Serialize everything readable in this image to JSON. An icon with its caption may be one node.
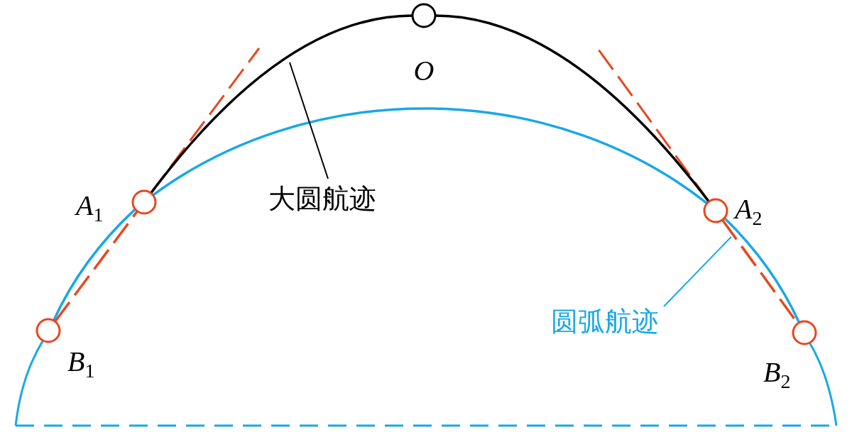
{
  "diagram": {
    "nodes": [
      {
        "text": [],
        "shape": "circle",
        "beside": [
          "*O*"
        ]
      },
      {
        "text": [],
        "shape": "circle",
        "beside": [
          "*A*$_{1}$"
        ]
      },
      {
        "text": [],
        "shape": "circle",
        "beside": [
          "*A*$_{2}$"
        ]
      },
      {
        "text": [],
        "shape": "circle",
        "beside": [
          "*B*$_{1}$"
        ]
      },
      {
        "text": [],
        "shape": "circle",
        "beside": [
          "*B*$_{2}$"
        ]
      },
      {
        "text": [
          "大圆航迹"
        ]
      },
      {
        "text": [
          "圆弧航迹"
        ]
      }
    ],
    "edges": [
      {
        "from": 1,
        "to": 0,
        "arrow": "none",
        "color": "#000000"
      },
      {
        "from": 0,
        "to": 2,
        "arrow": "none",
        "color": "#000000"
      },
      {
        "from": 3,
        "to": 1,
        "arrow": "none",
        "color": "#19a8e6"
      },
      {
        "from": 1,
        "to": 2,
        "arrow": "none",
        "color": "#19a8e6"
      },
      {
        "from": 2,
        "to": 4,
        "arrow": "none",
        "color": "#19a8e6"
      },
      {
        "from": 3,
        "to": 1,
        "arrow": "none",
        "style": "dashed",
        "color": "#e8461e"
      },
      {
        "from": 2,
        "to": 4,
        "arrow": "none",
        "style": "dashed",
        "color": "#e8461e"
      },
      {
        "from": 5,
        "to": null,
        "arrow": "none",
        "color": "#000000"
      },
      {
        "from": 6,
        "to": null,
        "arrow": "none",
        "color": "#19a8e6"
      }
    ]
  }
}
